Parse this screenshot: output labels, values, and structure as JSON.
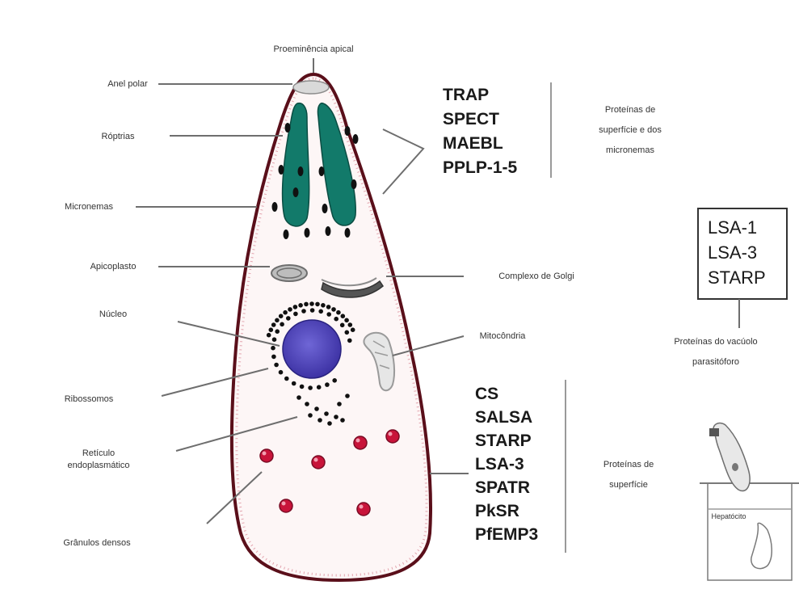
{
  "title": "Proeminência apical",
  "labels": {
    "anel_polar": "Anel polar",
    "roptrias": "Róptrias",
    "micronemas": "Micronemas",
    "apicoplasto": "Apicoplasto",
    "nucleo": "Núcleo",
    "ribossomos": "Ribossomos",
    "reticulo": [
      "Retículo",
      "endoplasmático"
    ],
    "granulos_densos": "Grânulos densos",
    "complexo_golgi": "Complexo de Golgi",
    "mitocondria": "Mitocôndria"
  },
  "groups": {
    "micronemal": {
      "proteins": [
        "TRAP",
        "SPECT",
        "MAEBL",
        "PPLP-1-5"
      ],
      "caption": [
        "Proteínas de",
        "superfície e dos",
        "micronemas"
      ]
    },
    "parasitophorous": {
      "proteins": [
        "LSA-1",
        "LSA-3",
        "STARP"
      ],
      "caption": [
        "Proteínas do vacúolo",
        "parasitóforo"
      ]
    },
    "surface": {
      "proteins": [
        "CS",
        "SALSA",
        "STARP",
        "LSA-3",
        "SPATR",
        "PkSR",
        "PfEMP3"
      ],
      "caption": [
        "Proteínas de",
        "superfície"
      ]
    }
  },
  "inset": {
    "label": "Hepatócito"
  },
  "colors": {
    "cell_outline": "#5a0f1a",
    "cell_fill": "#fdf6f6",
    "membrane_ticks": "#d48a95",
    "rhoptry": "#127a6a",
    "nucleus": "#4a3fb3",
    "nucleus_glow": "#6f66d6",
    "dense_granule": "#c8143a",
    "organelle_dots": "#111111",
    "gray_organelle": "#8c8c8c"
  }
}
